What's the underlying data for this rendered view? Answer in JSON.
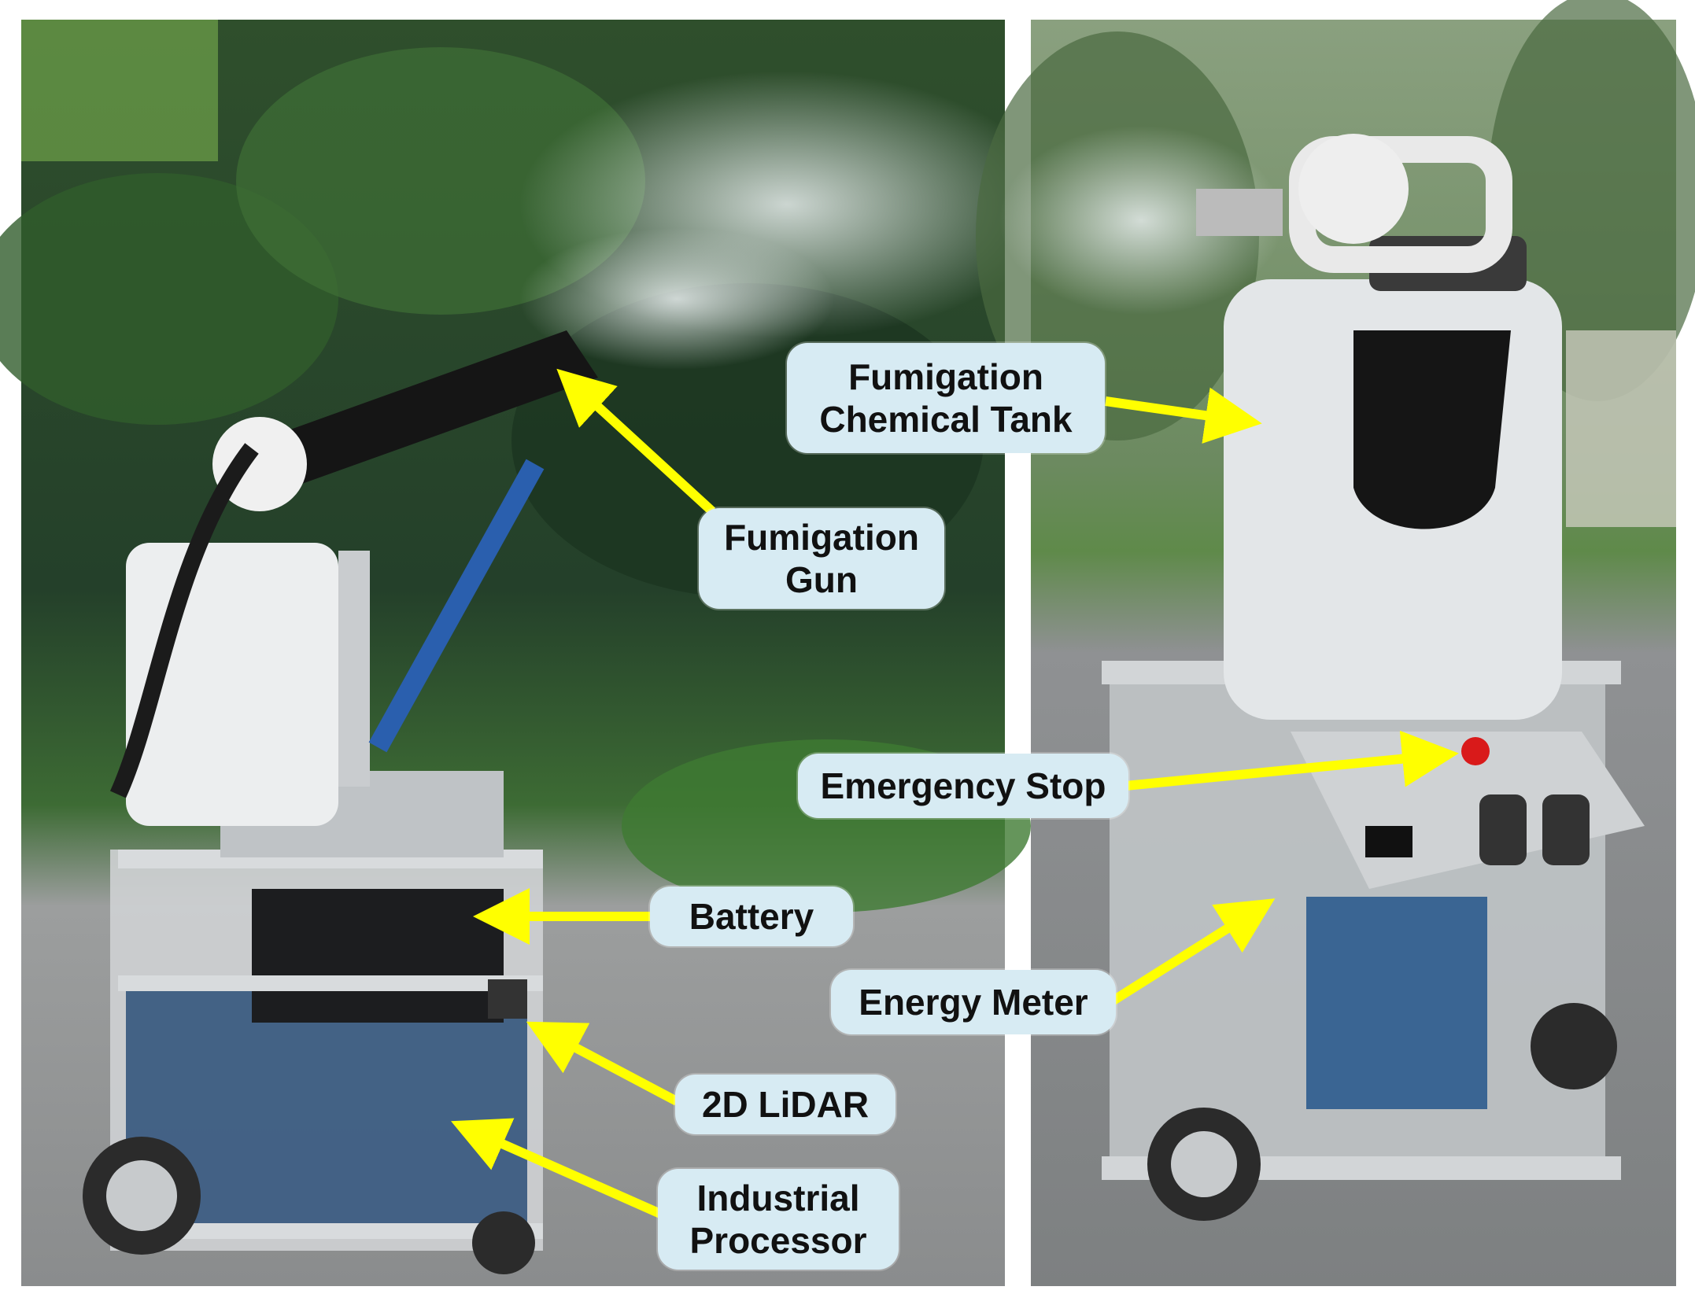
{
  "labels": {
    "fumigation_gun": [
      "Fumigation",
      "Gun"
    ],
    "battery": [
      "Battery"
    ],
    "lidar": [
      "2D LiDAR"
    ],
    "processor": [
      "Industrial",
      "Processor"
    ],
    "tank": [
      "Fumigation",
      "Chemical Tank"
    ],
    "emergency_stop": [
      "Emergency Stop"
    ],
    "energy_meter": [
      "Energy Meter"
    ]
  },
  "colors": {
    "label_bg": "#d7ebf3",
    "arrow": "#ffff00",
    "sky_mist": "#cfd8d6",
    "foliage_dark": "#1f3a22",
    "foliage_mid": "#3f6e35",
    "pavement": "#8e9091",
    "robot_white": "#e9ebec",
    "robot_gray": "#b9bec3",
    "hose_blue": "#2a5fae",
    "estop_red": "#d91a1a"
  }
}
